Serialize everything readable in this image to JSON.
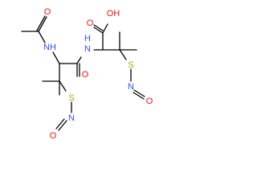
{
  "labels": {
    "ac_O": "O",
    "nh1": "NH",
    "nh2": "N",
    "nh2_H": "H",
    "amide_O": "O",
    "oh": "OH",
    "acid_O": "O",
    "s1": "S",
    "n1": "N",
    "o1": "O",
    "s2": "S",
    "n2": "N",
    "o2": "O"
  },
  "colors": {
    "oxygen": "#ff0d0d",
    "nitrogen": "#3050f8",
    "sulfur": "#b8a200",
    "carbon": "#000000"
  }
}
